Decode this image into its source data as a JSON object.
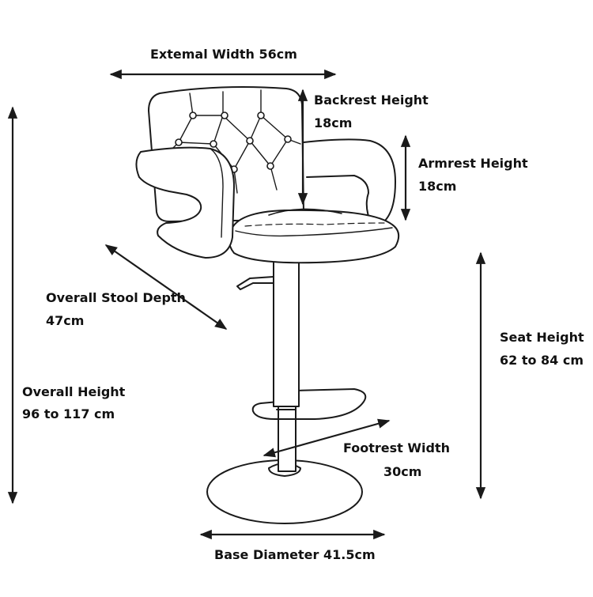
{
  "dimensions": {
    "external_width": "Extemal Width 56cm",
    "backrest_height": {
      "title": "Backrest Height",
      "value": "18cm"
    },
    "armrest_height": {
      "title": "Armrest Height",
      "value": "18cm"
    },
    "overall_stool_depth": {
      "title": "Overall Stool Depth",
      "value": "47cm"
    },
    "seat_height": {
      "title": "Seat Height",
      "value": "62 to 84 cm"
    },
    "overall_height": {
      "title": "Overall Height",
      "value": "96 to 117 cm"
    },
    "footrest_width": {
      "title": "Footrest Width",
      "value": "30cm"
    },
    "base_diameter": "Base Diameter 41.5cm"
  },
  "colors": {
    "line": "#1a1a1a",
    "background": "#ffffff"
  }
}
